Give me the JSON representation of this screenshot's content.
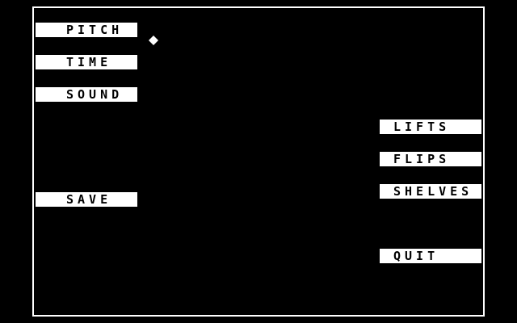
{
  "menu": {
    "pitch": "PITCH",
    "time": "TIME",
    "sound": "SOUND",
    "save": "SAVE",
    "lifts": "LIFTS",
    "flips": "FLIPS",
    "shelves": "SHELVES",
    "quit": "QUIT"
  },
  "colors": {
    "background": "#000000",
    "frame": "#ffffff",
    "button_bg": "#ffffff",
    "button_text": "#000000",
    "accent_purple": "#a020f0",
    "accent_green": "#20a020"
  },
  "icons": {
    "cursor": "diamond-pointer-icon"
  }
}
